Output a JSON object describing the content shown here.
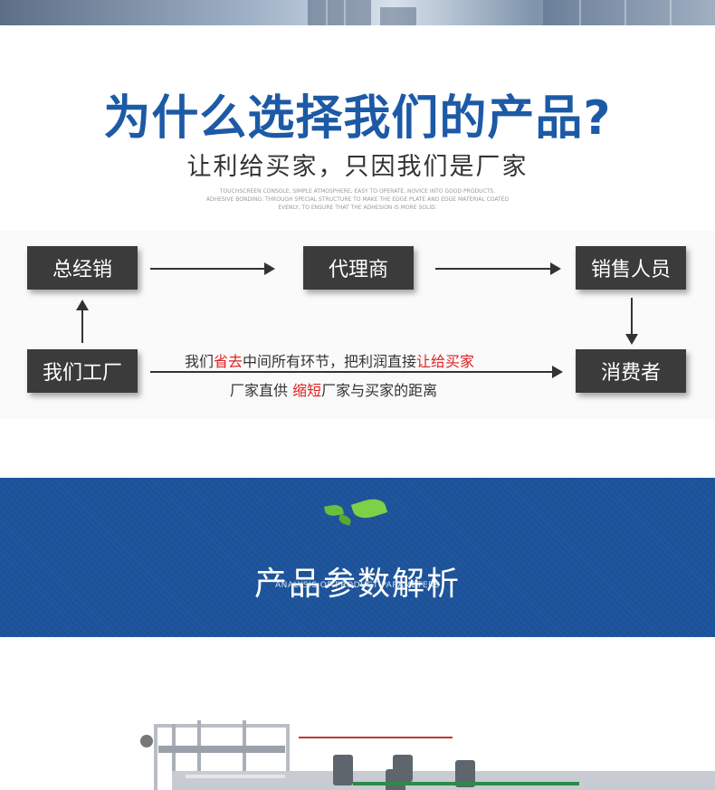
{
  "why": {
    "title": "为什么选择我们的产品?",
    "subtitle": "让利给买家，只因我们是厂家",
    "small_lines": [
      "TOUCHSCREEN CONSOLE, SIMPLE ATMOSPHERE, EASY TO OPERATE, NOVICE INTO GOOD PRODUCTS.",
      "ADHESIVE BONDING: THROUGH SPECIAL STRUCTURE TO MAKE THE EDGE PLATE AND EDGE MATERIAL COATED",
      "EVENLY, TO ENSURE THAT THE ADHESION IS MORE SOLID."
    ]
  },
  "flow": {
    "general_distributor": "总经销",
    "agent": "代理商",
    "salesperson": "销售人员",
    "our_factory": "我们工厂",
    "consumer": "消费者",
    "note1": {
      "a": "我们",
      "b": "省去",
      "c": "中间所有环节，把利润直接",
      "d": "让给买家"
    },
    "note2": {
      "a": "厂家直供 ",
      "b": "缩短",
      "c": "厂家与买家的距离"
    }
  },
  "params": {
    "title": "产品参数解析",
    "subtitle": "ANALYSIS OF PRODUCT PARAMETERS"
  },
  "colors": {
    "brand_blue": "#1d5aa6",
    "banner_blue": "#1b5299",
    "highlight_red": "#e02020",
    "box_dark": "#3b3b3b"
  }
}
